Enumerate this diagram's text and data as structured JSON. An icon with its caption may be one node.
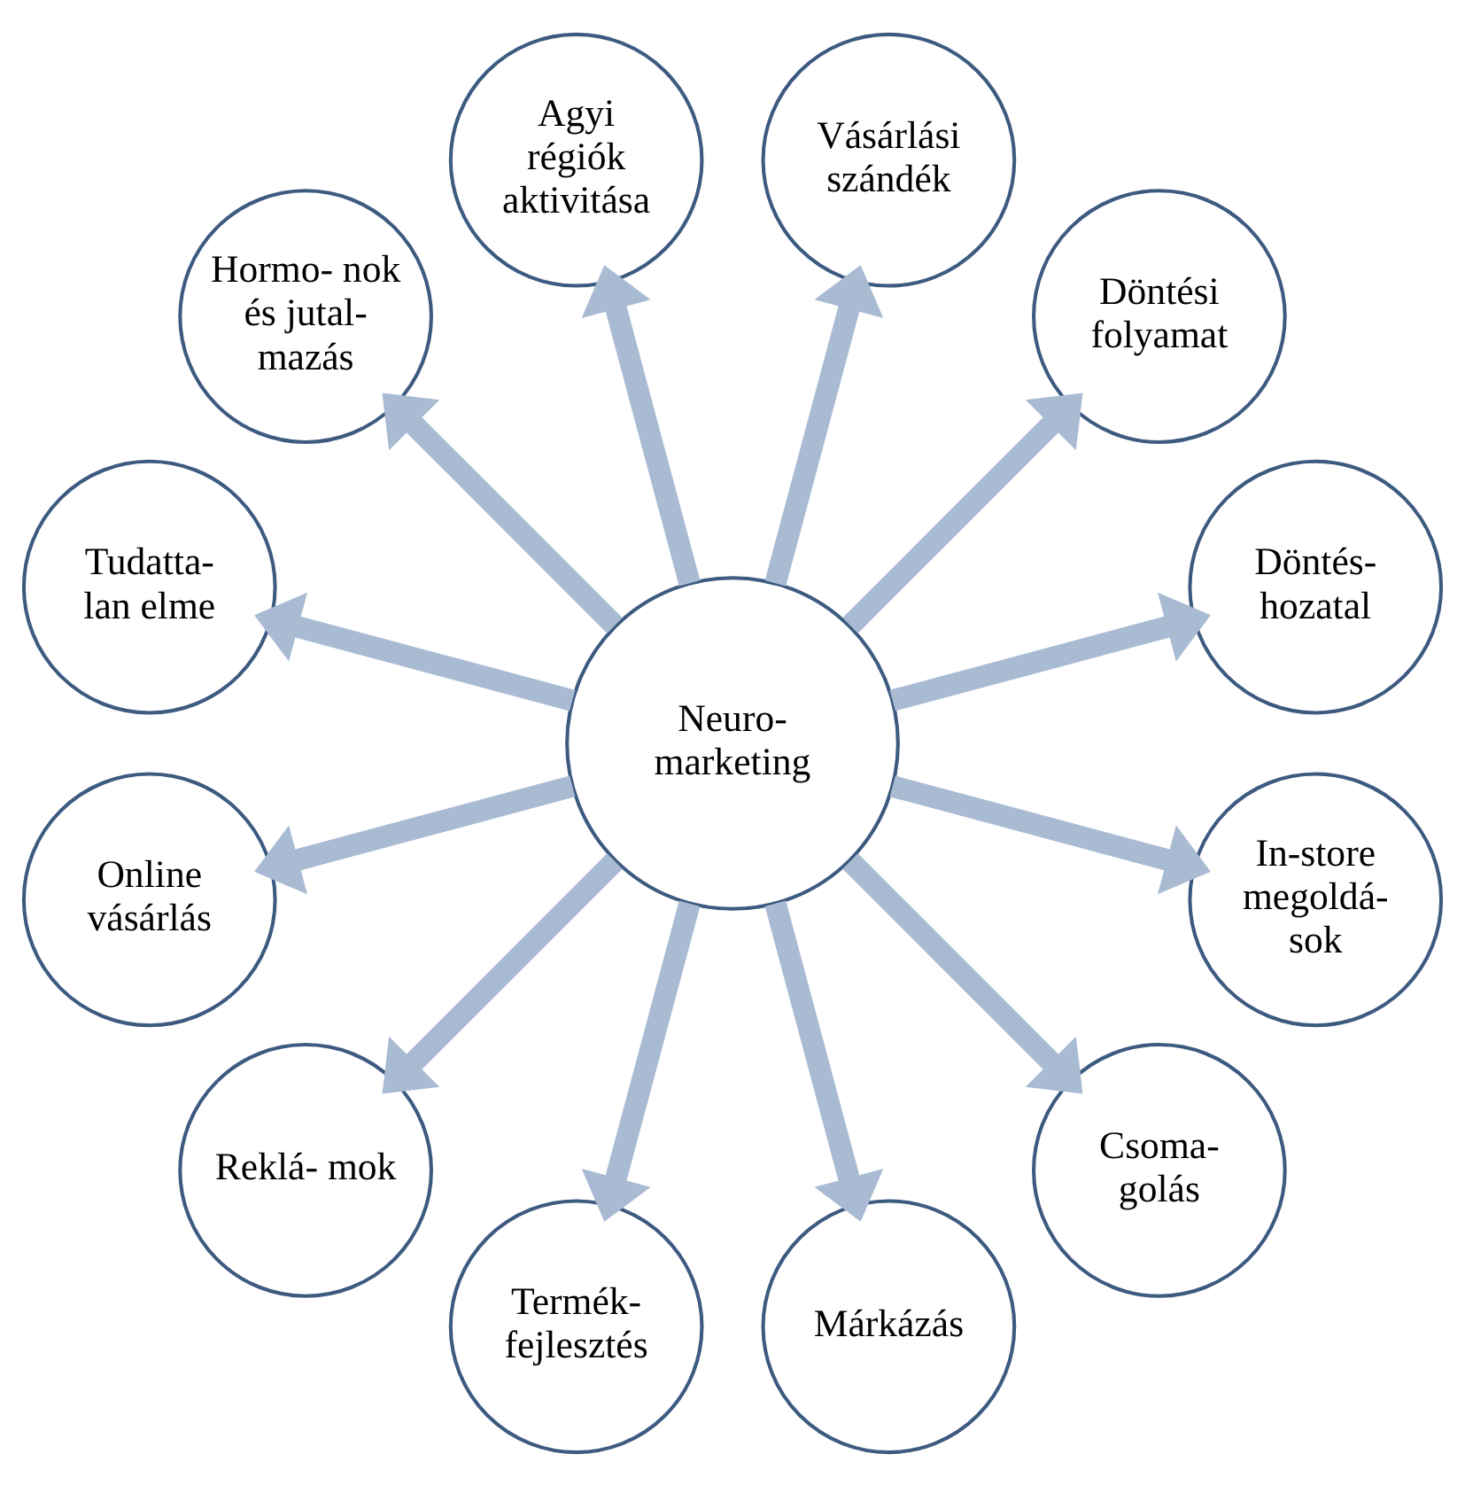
{
  "diagram": {
    "nodes": [
      {
        "text": [
          "Neuro- marketing"
        ]
      },
      {
        "text": [
          "Döntés- hozatal"
        ]
      },
      {
        "text": [
          "Döntési folyamat"
        ]
      },
      {
        "text": [
          "Vásárlási szándék"
        ]
      },
      {
        "text": [
          "Agyi régiók aktivitása"
        ]
      },
      {
        "text": [
          "Hormo- nok és jutal- mazás"
        ]
      },
      {
        "text": [
          "Tudatta- lan elme"
        ]
      },
      {
        "text": [
          "Online vásárlás"
        ]
      },
      {
        "text": [
          "Reklá- mok"
        ]
      },
      {
        "text": [
          "Termék- fejlesztés"
        ]
      },
      {
        "text": [
          "Márkázás"
        ]
      },
      {
        "text": [
          "Csoma- golás"
        ]
      },
      {
        "text": [
          "In-store megoldá- sok"
        ]
      }
    ],
    "edges": [
      {
        "from": 0,
        "to": 1,
        "arrow": "to"
      },
      {
        "from": 0,
        "to": 2,
        "arrow": "to"
      },
      {
        "from": 0,
        "to": 3,
        "arrow": "to"
      },
      {
        "from": 0,
        "to": 4,
        "arrow": "to"
      },
      {
        "from": 0,
        "to": 5,
        "arrow": "to"
      },
      {
        "from": 0,
        "to": 6,
        "arrow": "to"
      },
      {
        "from": 0,
        "to": 7,
        "arrow": "to"
      },
      {
        "from": 0,
        "to": 8,
        "arrow": "to"
      },
      {
        "from": 0,
        "to": 9,
        "arrow": "to"
      },
      {
        "from": 0,
        "to": 10,
        "arrow": "to"
      },
      {
        "from": 0,
        "to": 11,
        "arrow": "to"
      },
      {
        "from": 0,
        "to": 12,
        "arrow": "to"
      }
    ]
  }
}
